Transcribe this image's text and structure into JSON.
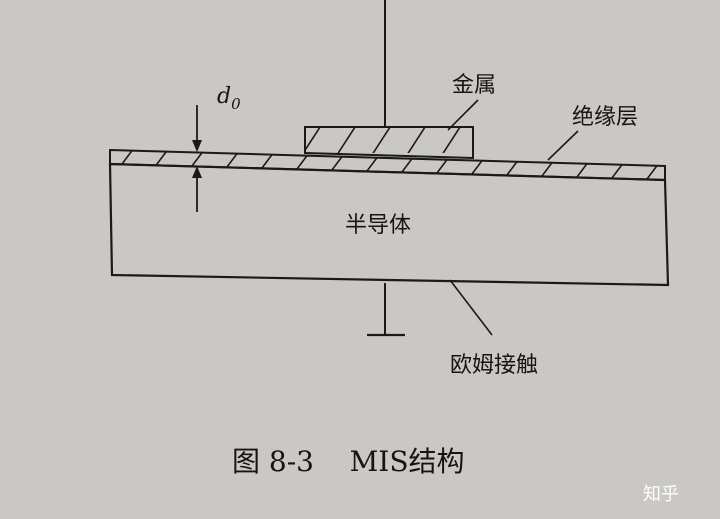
{
  "labels": {
    "metal": "金属",
    "insulator": "绝缘层",
    "semiconductor": "半导体",
    "ohmic_contact": "欧姆接触",
    "thickness_symbol": "d",
    "thickness_subscript": "0"
  },
  "caption": "图 8-3    MIS结构",
  "watermark": "知乎"
}
